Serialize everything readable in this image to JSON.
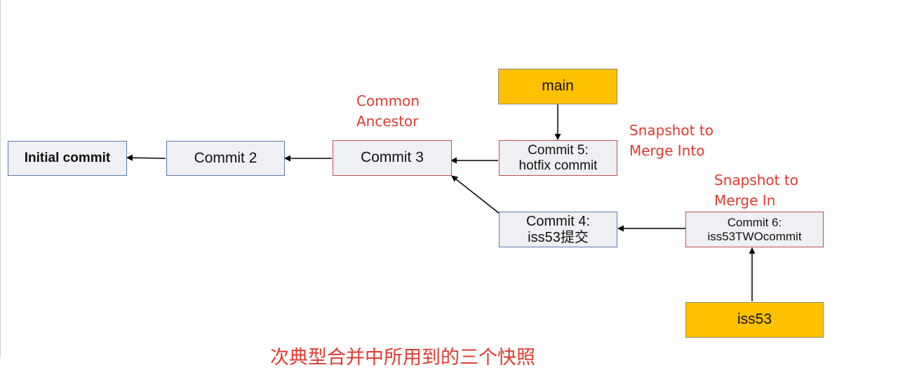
{
  "nodes": {
    "initial": {
      "text": "Initial commit"
    },
    "commit2": {
      "text": "Commit 2"
    },
    "commit3": {
      "text": "Commit 3"
    },
    "commit5": {
      "line1": "Commit 5:",
      "line2": "hotfix commit"
    },
    "commit4": {
      "line1": "Commit 4:",
      "line2": "iss53提交"
    },
    "commit6": {
      "line1": "Commit 6:",
      "line2": "iss53TWOcommit"
    },
    "main": {
      "text": "main"
    },
    "iss53": {
      "text": "iss53"
    }
  },
  "labels": {
    "common_ancestor": {
      "line1": "Common",
      "line2": "Ancestor"
    },
    "snapshot_into": {
      "line1": "Snapshot to",
      "line2": "Merge Into"
    },
    "snapshot_in": {
      "line1": "Snapshot to",
      "line2": "Merge In"
    }
  },
  "caption": "次典型合并中所用到的三个快照",
  "colors": {
    "branch_fill": "#ffc000",
    "highlight_border": "#c0504d",
    "commit_border": "#5b7bb0",
    "label_text": "#e03a2f"
  }
}
